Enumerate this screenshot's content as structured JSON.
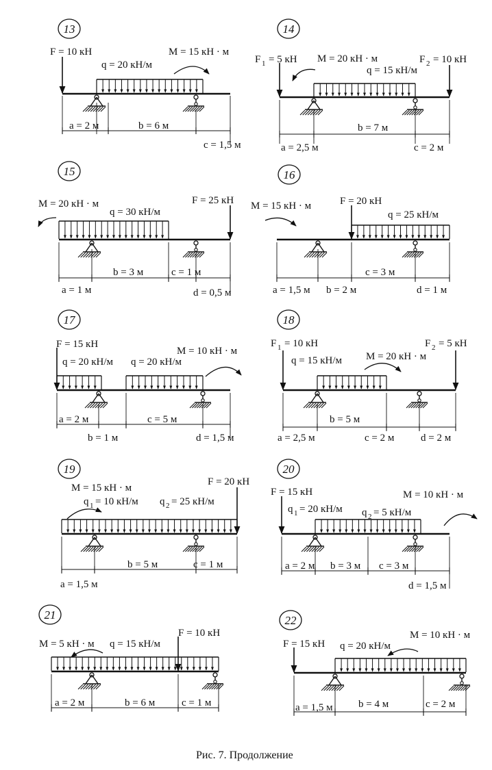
{
  "caption": "Рис. 7. Продолжение",
  "problems": [
    {
      "id": "13",
      "labels": [
        "F = 10 кН",
        "q = 20 кН/м",
        "M = 15 кН · м",
        "a = 2 м",
        "b = 6 м",
        "c = 1,5 м"
      ]
    },
    {
      "id": "14",
      "labels": [
        "F",
        "1",
        "= 5 кН",
        "M = 20 кН · м",
        "F",
        "2",
        "= 10 кН",
        "q = 15 кН/м",
        "a = 2,5 м",
        "b = 7 м",
        "c = 2 м"
      ]
    },
    {
      "id": "15",
      "labels": [
        "F = 25 кН",
        "M = 20 кН · м",
        "q = 30 кН/м",
        "a = 1 м",
        "b = 3 м",
        "c = 1 м",
        "d = 0,5 м"
      ]
    },
    {
      "id": "16",
      "labels": [
        "M = 15 кН · м",
        "F = 20 кН",
        "q = 25 кН/м",
        "a = 1,5 м",
        "b = 2 м",
        "c = 3 м",
        "d = 1 м"
      ]
    },
    {
      "id": "17",
      "labels": [
        "F = 15 кН",
        "M = 10 кН · м",
        "q = 20 кН/м",
        "q = 20 кН/м",
        "a = 2 м",
        "b = 1 м",
        "c = 5 м",
        "d = 1,5 м"
      ]
    },
    {
      "id": "18",
      "labels": [
        "F",
        "1",
        "= 10 кН",
        "F",
        "2",
        "= 5 кН",
        "q = 15 кН/м",
        "M = 20 кН · м",
        "a = 2,5 м",
        "b = 5 м",
        "c = 2 м",
        "d = 2 м"
      ]
    },
    {
      "id": "19",
      "labels": [
        "M = 15 кН · м",
        "F = 20 кН",
        "q",
        "1",
        "= 10 кН/м",
        "q",
        "2",
        "= 25 кН/м",
        "a = 1,5 м",
        "b = 5 м",
        "c = 1 м"
      ]
    },
    {
      "id": "20",
      "labels": [
        "F = 15 кН",
        "M = 10 кН · м",
        "q",
        "1",
        "= 20 кН/м",
        "q",
        "2",
        "= 5 кН/м",
        "a = 2 м",
        "b = 3 м",
        "c = 3 м",
        "d = 1,5 м"
      ]
    },
    {
      "id": "21",
      "labels": [
        "M = 5 кН · м",
        "q = 15 кН/м",
        "F = 10 кН",
        "a = 2 м",
        "b = 6 м",
        "c = 1 м"
      ]
    },
    {
      "id": "22",
      "labels": [
        "F = 15 кН",
        "q = 20 кН/м",
        "M = 10 кН · м",
        "a = 1,5 м",
        "b = 4 м",
        "c = 2 м"
      ]
    }
  ]
}
